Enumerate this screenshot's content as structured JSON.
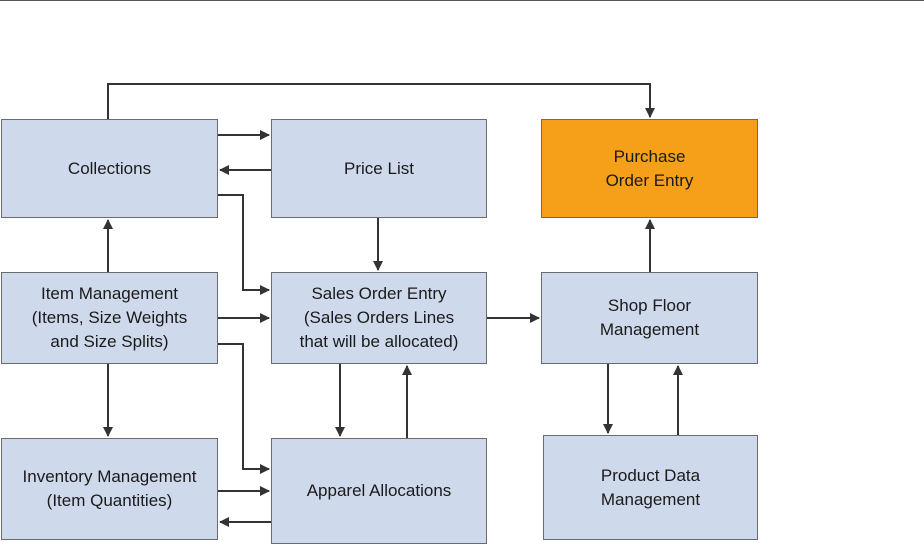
{
  "diagram": {
    "colors": {
      "box_fill": "#cfd9ec",
      "highlight_fill": "#f6a01a",
      "border": "#6b6b6b",
      "arrow": "#333333"
    },
    "nodes": {
      "collections": {
        "label": "Collections"
      },
      "price_list": {
        "label": "Price List"
      },
      "purchase_order_entry": {
        "label": "Purchase\nOrder Entry"
      },
      "item_management": {
        "label": "Item Management\n(Items, Size Weights\nand Size Splits)"
      },
      "sales_order_entry": {
        "label": "Sales Order Entry\n(Sales Orders Lines\nthat will be allocated)"
      },
      "shop_floor_management": {
        "label": "Shop Floor\nManagement"
      },
      "inventory_management": {
        "label": "Inventory Management\n(Item Quantities)"
      },
      "apparel_allocations": {
        "label": "Apparel Allocations"
      },
      "product_data_management": {
        "label": "Product Data\nManagement"
      }
    },
    "edges": [
      {
        "from": "collections",
        "to": "purchase_order_entry"
      },
      {
        "from": "collections",
        "to": "price_list"
      },
      {
        "from": "price_list",
        "to": "collections"
      },
      {
        "from": "collections",
        "to": "sales_order_entry"
      },
      {
        "from": "price_list",
        "to": "sales_order_entry"
      },
      {
        "from": "item_management",
        "to": "collections"
      },
      {
        "from": "item_management",
        "to": "sales_order_entry"
      },
      {
        "from": "item_management",
        "to": "apparel_allocations"
      },
      {
        "from": "item_management",
        "to": "inventory_management"
      },
      {
        "from": "sales_order_entry",
        "to": "shop_floor_management"
      },
      {
        "from": "sales_order_entry",
        "to": "apparel_allocations"
      },
      {
        "from": "apparel_allocations",
        "to": "sales_order_entry"
      },
      {
        "from": "shop_floor_management",
        "to": "purchase_order_entry"
      },
      {
        "from": "shop_floor_management",
        "to": "product_data_management"
      },
      {
        "from": "product_data_management",
        "to": "shop_floor_management"
      },
      {
        "from": "inventory_management",
        "to": "apparel_allocations"
      },
      {
        "from": "apparel_allocations",
        "to": "inventory_management"
      }
    ]
  }
}
